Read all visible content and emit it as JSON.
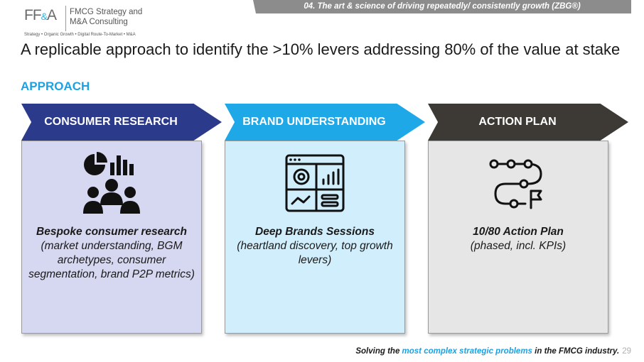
{
  "logo": {
    "mark_ff": "FF",
    "mark_amp": "&",
    "mark_a": "A",
    "name_line1": "FMCG Strategy and",
    "name_line2": "M&A Consulting",
    "tagline": "Strategy • Organic Growth • Digital Route-To-Market • M&A"
  },
  "section_banner": "04. The art & science of driving repeatedly/ consistently growth (ZBG®)",
  "title": "A replicable approach to identify the >10% levers addressing 80% of the value at stake",
  "subtitle": "APPROACH",
  "columns": [
    {
      "header": "CONSUMER RESEARCH",
      "icon": "consumer-research-icon",
      "lead": "Bespoke consumer research",
      "detail": "(market understanding, BGM archetypes, consumer segmentation, brand P2P metrics)",
      "color": "#2c3a8c",
      "card_color": "#d6d7f0"
    },
    {
      "header": "BRAND UNDERSTANDING",
      "icon": "dashboard-icon",
      "lead": "Deep Brands Sessions",
      "detail": "(heartland discovery, top growth levers)",
      "color": "#1fa8e8",
      "card_color": "#d0eefb"
    },
    {
      "header": "ACTION PLAN",
      "icon": "roadmap-icon",
      "lead": "10/80 Action Plan",
      "detail": "(phased, incl. KPIs)",
      "color": "#3d3a36",
      "card_color": "#e6e6e6"
    }
  ],
  "footer": {
    "prefix": "Solving the ",
    "highlight": "most complex strategic problems",
    "suffix": " in the FMCG industry.",
    "page_number": "29"
  }
}
